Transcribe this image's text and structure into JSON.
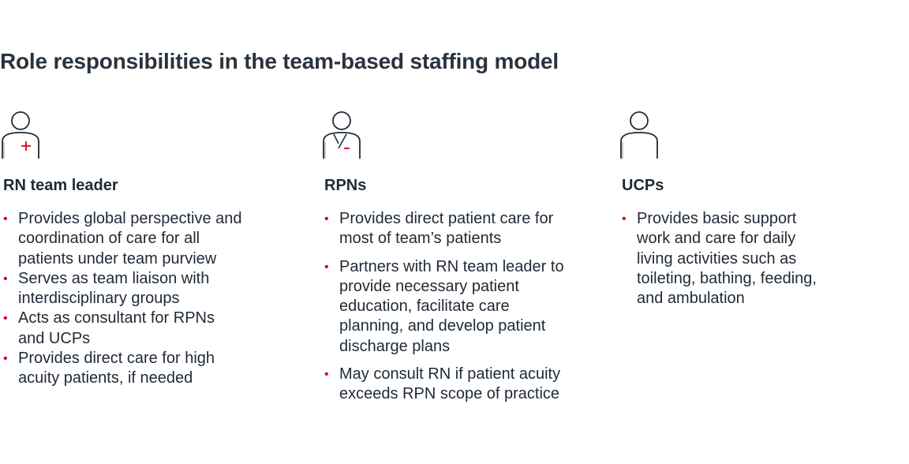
{
  "title": "Role responsibilities in the team-based staffing model",
  "accent": "#e0001b",
  "roles": [
    {
      "name": "RN team leader",
      "icon": "nurse-plus-icon",
      "bullets": [
        "Provides global perspective and coordination of care for all patients under team purview",
        "Serves as team liaison with interdisciplinary groups",
        "Acts as consultant for RPNs and UCPs",
        "Provides direct care for high acuity patients, if needed"
      ]
    },
    {
      "name": "RPNs",
      "icon": "nurse-minus-icon",
      "bullets": [
        "Provides direct patient care for most of team’s patients",
        "Partners with RN team leader to provide necessary patient education, facilitate care planning, and develop patient discharge plans",
        "May consult RN if patient acuity exceeds RPN scope of practice"
      ]
    },
    {
      "name": "UCPs",
      "icon": "person-icon",
      "bullets": [
        "Provides basic support work and care for daily living activities such as toileting, bathing, feeding, and ambulation"
      ]
    }
  ]
}
